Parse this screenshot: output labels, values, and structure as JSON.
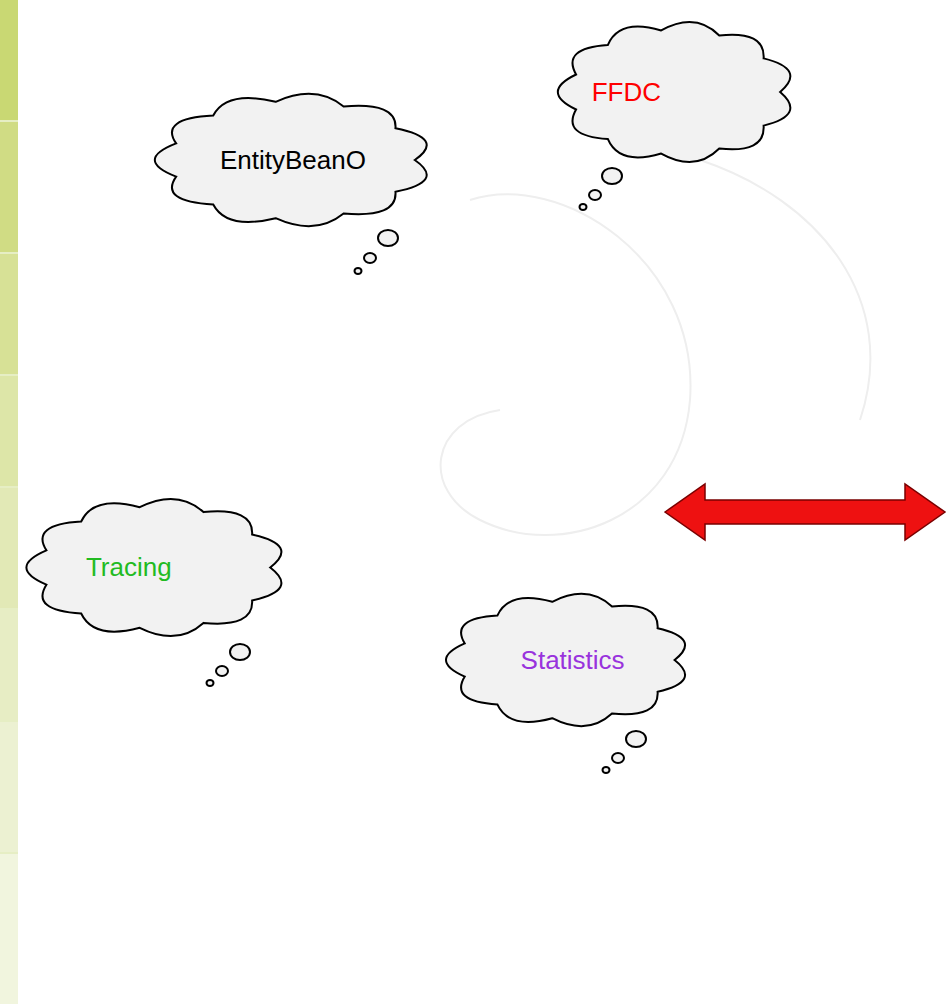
{
  "diagram": {
    "nodes": [
      {
        "text": [
          "FFDC"
        ]
      },
      {
        "text": [
          "EntityBeanO"
        ]
      },
      {
        "text": [
          "Tracing"
        ]
      },
      {
        "text": [
          "Statistics"
        ]
      }
    ]
  }
}
